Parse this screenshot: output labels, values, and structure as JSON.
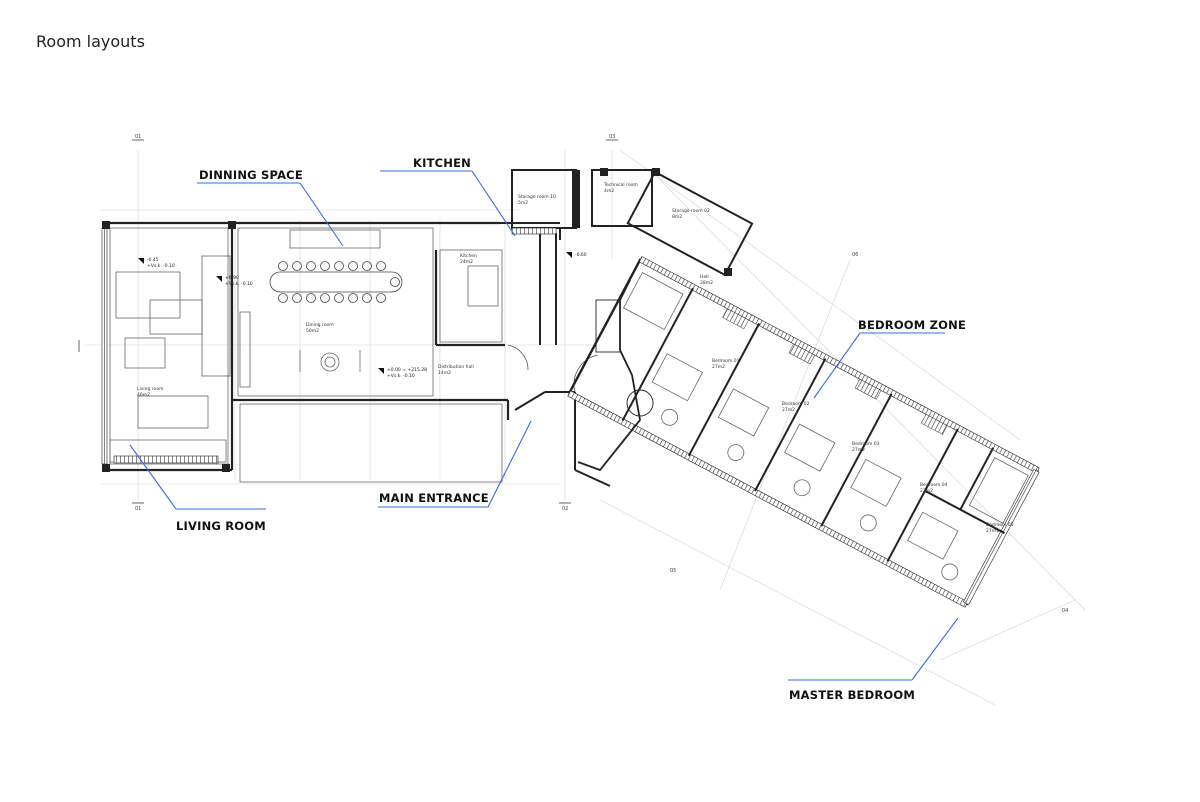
{
  "page": {
    "title": "Room layouts"
  },
  "accent_color": "#2f6fe0",
  "callouts": {
    "dining": "DINNING SPACE",
    "kitchen": "KITCHEN",
    "bedroom_zone": "BEDROOM ZONE",
    "main_entrance": "MAIN ENTRANCE",
    "living_room": "LIVING ROOM",
    "master_bedroom": "MASTER BEDROOM"
  },
  "room_labels": {
    "storage": [
      "Storage room 10",
      "5m2"
    ],
    "technical": [
      "Technical room",
      "4m2"
    ],
    "storage2": [
      "Storage room 02",
      "8m2"
    ],
    "kitchen": [
      "Kitchen",
      "24m2"
    ],
    "dining": [
      "Dining room",
      "50m2"
    ],
    "distribution": [
      "Distribution hall",
      "14m2"
    ],
    "living": [
      "Living room",
      "46m2"
    ],
    "bedroom1": [
      "Bedroom 01",
      "27m2"
    ],
    "bedroom2": [
      "Bedroom 02",
      "27m2"
    ],
    "bedroom3": [
      "Bedroom 03",
      "27m2"
    ],
    "bedroom4": [
      "Bedroom 04",
      "27m2"
    ],
    "bedroom5": [
      "Bedroom 05",
      "27m2"
    ],
    "hall": [
      "Hall",
      "28m2"
    ]
  },
  "level_marks": {
    "living": [
      "-0.45",
      "+Vs.k. -0.10"
    ],
    "dining": [
      "+0.90",
      "+Vs.k. -0.10"
    ],
    "hall": [
      "+0.00 = +215.28",
      "+Vs.k. -0.10"
    ],
    "entry": "-0.60"
  },
  "grid_markers": [
    "01",
    "02",
    "03",
    "04",
    "05",
    "06"
  ]
}
